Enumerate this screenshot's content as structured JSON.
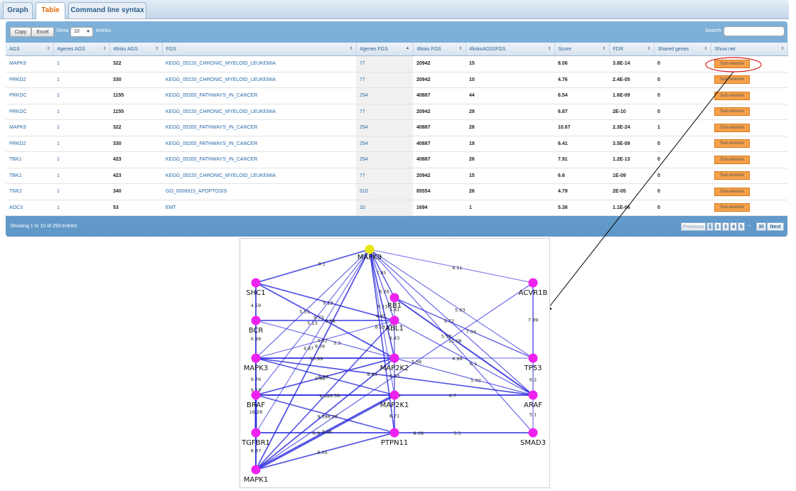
{
  "tabs": [
    {
      "label": "Graph",
      "active": false
    },
    {
      "label": "Table",
      "active": true
    },
    {
      "label": "Command line syntax",
      "active": false
    }
  ],
  "toolbar": {
    "copy": "Copy",
    "excel": "Excel",
    "show_prefix": "Show",
    "show_value": "10",
    "show_suffix": "entries",
    "search_label": "Search:"
  },
  "table": {
    "columns": [
      "AGS",
      "#genes AGS",
      "#links AGS",
      "FGS",
      "#genes FGS",
      "#links FGS",
      "#linksAGS2FGS",
      "Score",
      "FDR",
      "Shared genes",
      "Show net"
    ],
    "rows": [
      [
        "MAPK9",
        "1",
        "322",
        "KEGG_05220_CHRONIC_MYELOID_LEUKEMIA",
        "77",
        "20942",
        "15",
        "8.06",
        "3.8E-14",
        "0",
        "Sub-network"
      ],
      [
        "PRKD2",
        "1",
        "330",
        "KEGG_05220_CHRONIC_MYELOID_LEUKEMIA",
        "77",
        "20942",
        "10",
        "4.76",
        "2.4E-05",
        "0",
        "Sub-network"
      ],
      [
        "PRKDC",
        "1",
        "1155",
        "KEGG_05200_PATHWAYS_IN_CANCER",
        "254",
        "40887",
        "44",
        "6.54",
        "1.6E-09",
        "0",
        "Sub-network"
      ],
      [
        "PRKDC",
        "1",
        "1155",
        "KEGG_05220_CHRONIC_MYELOID_LEUKEMIA",
        "77",
        "20942",
        "29",
        "6.87",
        "2E-10",
        "0",
        "Sub-network"
      ],
      [
        "MAPK9",
        "1",
        "322",
        "KEGG_05200_PATHWAYS_IN_CANCER",
        "254",
        "40887",
        "28",
        "10.67",
        "2.3E-24",
        "1",
        "Sub-network"
      ],
      [
        "PRKD2",
        "1",
        "330",
        "KEGG_05200_PATHWAYS_IN_CANCER",
        "254",
        "40887",
        "19",
        "6.41",
        "3.5E-09",
        "0",
        "Sub-network"
      ],
      [
        "TBK1",
        "1",
        "423",
        "KEGG_05200_PATHWAYS_IN_CANCER",
        "254",
        "40887",
        "26",
        "7.91",
        "1.2E-13",
        "0",
        "Sub-network"
      ],
      [
        "TBK1",
        "1",
        "423",
        "KEGG_05220_CHRONIC_MYELOID_LEUKEMIA",
        "77",
        "20942",
        "15",
        "6.6",
        "1E-09",
        "0",
        "Sub-network"
      ],
      [
        "TNK2",
        "1",
        "340",
        "GO_0006915_APOPTOSIS",
        "510",
        "85554",
        "26",
        "4.79",
        "2E-05",
        "0",
        "Sub-network"
      ],
      [
        "AOC3",
        "1",
        "53",
        "EMT",
        "10",
        "1694",
        "1",
        "5.38",
        "1.1E-06",
        "0",
        "Sub-network"
      ]
    ]
  },
  "footer": {
    "info": "Showing 1 to 10 of 293 entries",
    "previous": "Previous",
    "pages": [
      "1",
      "2",
      "3",
      "4",
      "5"
    ],
    "ellipsis": "…",
    "last": "30",
    "next": "Next"
  },
  "colors": {
    "node": "#ee22ee",
    "query_node": "#e6e610",
    "edge": "#2222dd",
    "tab_active": "#e46c0a",
    "button": "#f5a04a",
    "highlight": "#d62020"
  },
  "graph": {
    "nodes": [
      {
        "id": "MAPK9",
        "label": "MAPK9",
        "query": true
      },
      {
        "id": "SHC1",
        "label": "SHC1"
      },
      {
        "id": "RB1",
        "label": "RB1"
      },
      {
        "id": "ACVR1B",
        "label": "ACVR1B"
      },
      {
        "id": "BCR",
        "label": "BCR"
      },
      {
        "id": "ABL1",
        "label": "ABL1"
      },
      {
        "id": "MAPK3",
        "label": "MAPK3"
      },
      {
        "id": "MAP2K2",
        "label": "MAP2K2"
      },
      {
        "id": "TP53",
        "label": "TP53"
      },
      {
        "id": "BRAF",
        "label": "BRAF"
      },
      {
        "id": "MAP2K1",
        "label": "MAP2K1"
      },
      {
        "id": "ARAF",
        "label": "ARAF"
      },
      {
        "id": "TGFBR1",
        "label": "TGFBR1"
      },
      {
        "id": "PTPN11",
        "label": "PTPN11"
      },
      {
        "id": "SMAD3",
        "label": "SMAD3"
      },
      {
        "id": "MAPK1",
        "label": "MAPK1"
      }
    ],
    "edges": [
      [
        "MAPK9",
        "SHC1",
        "9.1"
      ],
      [
        "MAPK9",
        "ACVR1B",
        "4.11"
      ],
      [
        "MAPK9",
        "RB1",
        "7.85"
      ],
      [
        "MAPK9",
        "ABL1",
        "6.26"
      ],
      [
        "MAPK9",
        "MAP2K2",
        "9.11"
      ],
      [
        "MAPK9",
        "MAP2K1",
        "4.85"
      ],
      [
        "MAPK9",
        "MAPK3",
        "5.51"
      ],
      [
        "MAPK9",
        "BRAF",
        "5.13"
      ],
      [
        "MAPK9",
        "MAPK1",
        "9.36"
      ],
      [
        "MAPK9",
        "TP53",
        "5.03"
      ],
      [
        "MAPK9",
        "ARAF",
        "5.72"
      ],
      [
        "MAPK9",
        "PTPN11",
        "8.53"
      ],
      [
        "MAPK9",
        "TGFBR1",
        "4.87"
      ],
      [
        "MAPK9",
        "SMAD3",
        "5.58"
      ],
      [
        "SHC1",
        "BCR",
        "4.59"
      ],
      [
        "SHC1",
        "ABL1",
        "9.13"
      ],
      [
        "SHC1",
        "MAP2K2",
        "9.73"
      ],
      [
        "SHC1",
        "MAPK1",
        "9.19"
      ],
      [
        "RB1",
        "ABL1",
        "3.81"
      ],
      [
        "RB1",
        "ARAF",
        "11.08"
      ],
      [
        "RB1",
        "TP53",
        "7.04"
      ],
      [
        "ACVR1B",
        "TP53",
        "7.99"
      ],
      [
        "ACVR1B",
        "MAPK1",
        "5.56"
      ],
      [
        "BCR",
        "ABL1",
        "8.88"
      ],
      [
        "BCR",
        "MAPK3",
        "6.99"
      ],
      [
        "BCR",
        "MAP2K2",
        "5.3"
      ],
      [
        "ABL1",
        "MAPK3",
        "4.82"
      ],
      [
        "ABL1",
        "MAP2K2",
        "6.43"
      ],
      [
        "ABL1",
        "ARAF",
        "6.1"
      ],
      [
        "ABL1",
        "MAPK1",
        "8.48"
      ],
      [
        "MAPK3",
        "MAP2K2",
        "10.89"
      ],
      [
        "MAPK3",
        "BRAF",
        "9.76"
      ],
      [
        "MAPK3",
        "MAP2K1",
        "8.38"
      ],
      [
        "MAPK3",
        "ARAF",
        "8.85"
      ],
      [
        "MAP2K2",
        "BRAF",
        "9.46"
      ],
      [
        "MAP2K2",
        "MAP2K1",
        "6.93"
      ],
      [
        "MAP2K2",
        "ARAF",
        "5.42"
      ],
      [
        "MAP2K2",
        "MAPK1",
        "9.39"
      ],
      [
        "MAP2K2",
        "TP53",
        "4.99"
      ],
      [
        "BRAF",
        "MAP2K1",
        "9.58"
      ],
      [
        "BRAF",
        "ARAF",
        "9.06"
      ],
      [
        "BRAF",
        "TGFBR1",
        "16.28"
      ],
      [
        "BRAF",
        "PTPN11",
        "8.28"
      ],
      [
        "MAP2K1",
        "MAPK1",
        "8.06"
      ],
      [
        "MAP2K1",
        "ARAF",
        "6.7"
      ],
      [
        "MAP2K1",
        "PTPN11",
        "8.71"
      ],
      [
        "TGFBR1",
        "MAPK1",
        "8.87"
      ],
      [
        "TGFBR1",
        "SMAD3",
        "8.08"
      ],
      [
        "PTPN11",
        "MAPK1",
        "9.05"
      ],
      [
        "PTPN11",
        "SMAD3",
        "5.3"
      ],
      [
        "TP53",
        "ARAF",
        "6.2"
      ],
      [
        "ARAF",
        "SMAD3",
        "5.1"
      ],
      [
        "TGFBR1",
        "PTPN11",
        "6.9"
      ]
    ]
  }
}
